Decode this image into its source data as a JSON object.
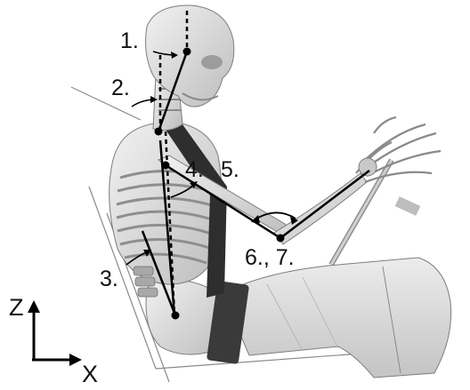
{
  "annotations": {
    "label_1": "1.",
    "label_2": "2.",
    "label_3": "3.",
    "label_4": "4.",
    "label_5": "5.",
    "label_6_7": "6., 7."
  },
  "axes": {
    "z_label": "Z",
    "x_label": "X"
  },
  "colors": {
    "bone": "#dcdcdc",
    "bone_shade": "#9a9a9a",
    "flesh": "#e4e4e4",
    "dark_strap": "#2e2e2e",
    "line": "#000000"
  }
}
